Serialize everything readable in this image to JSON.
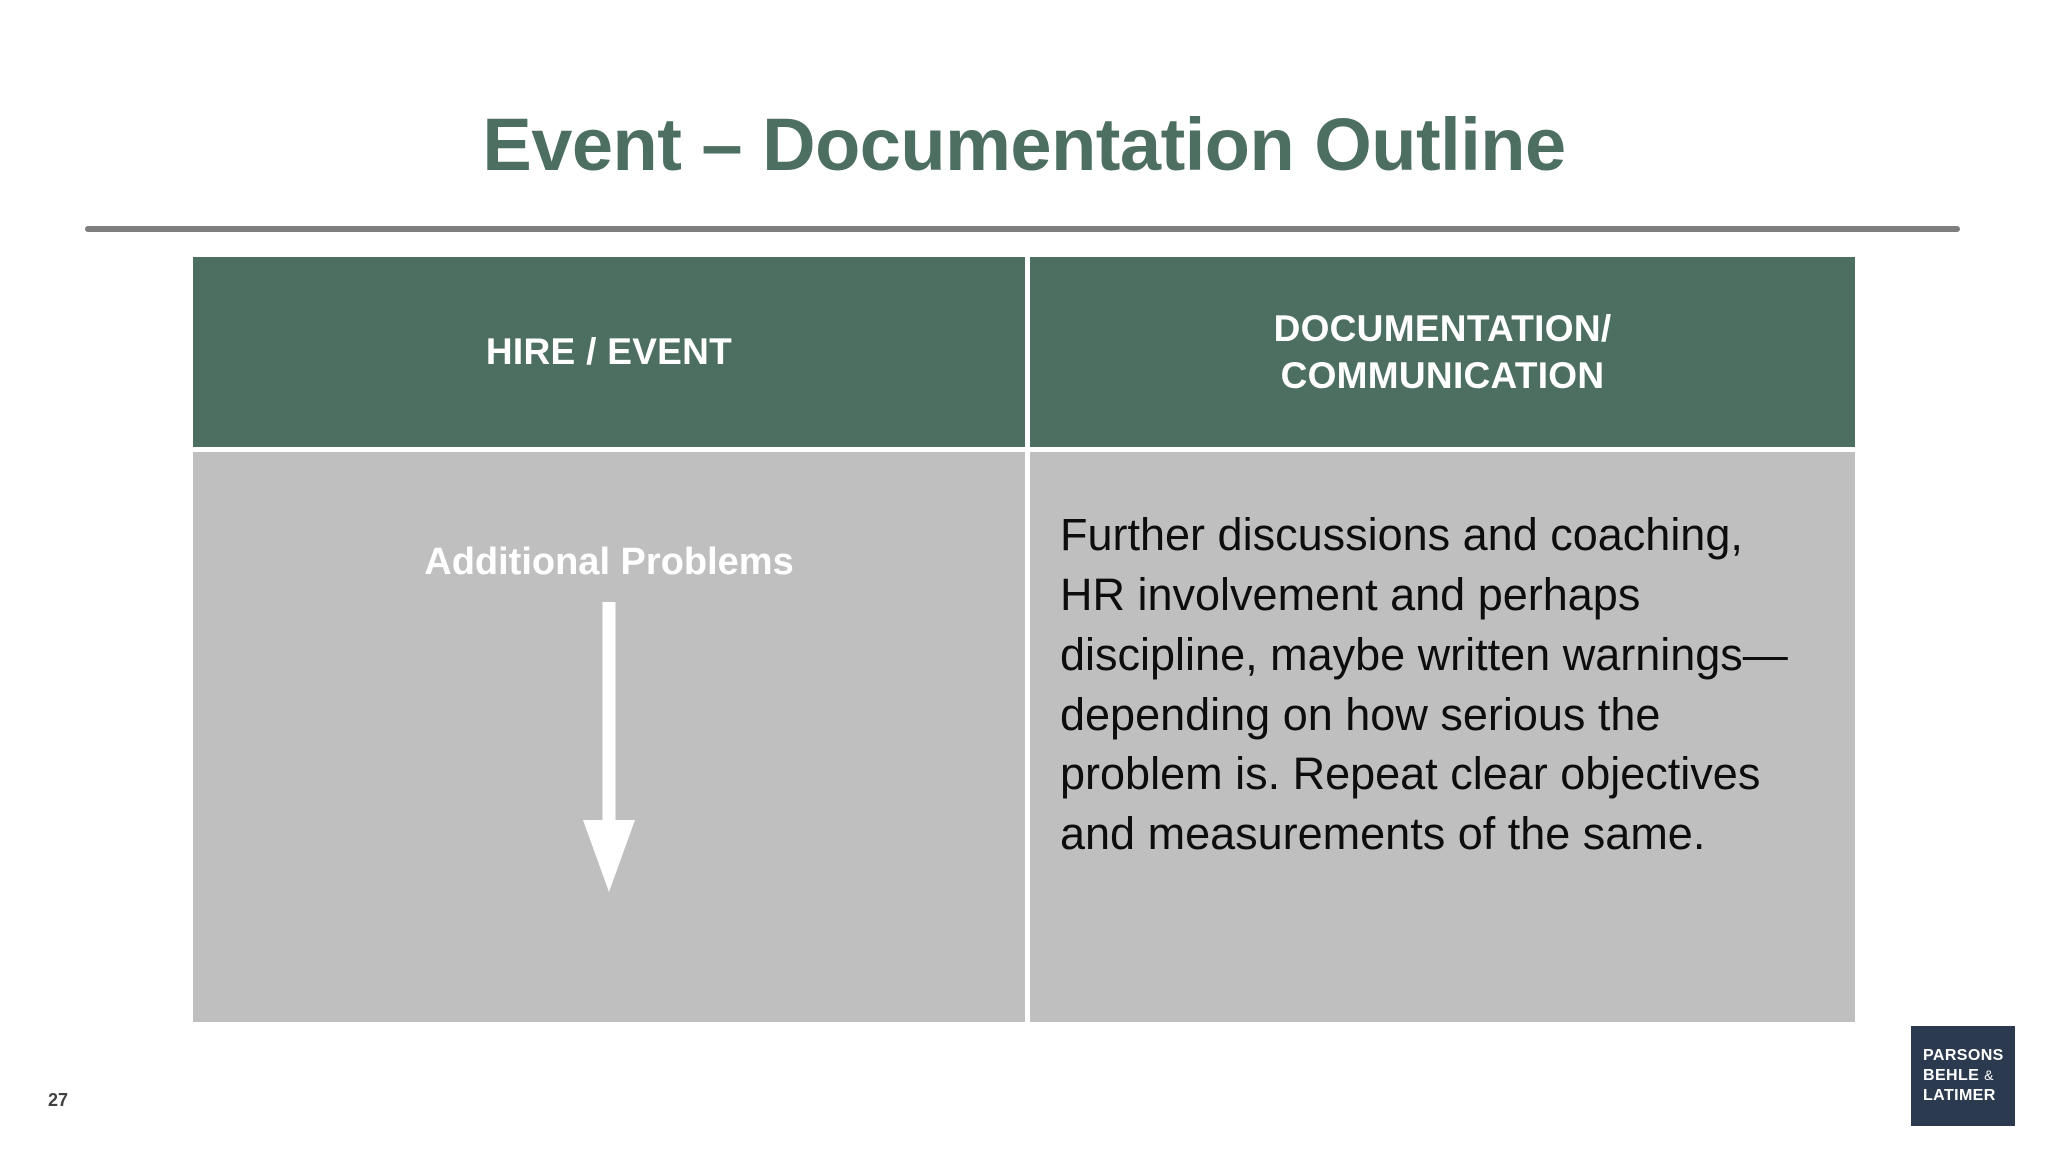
{
  "slide": {
    "title": "Event – Documentation Outline",
    "page_number": "27",
    "accent_color": "#4d6f61",
    "rule_color": "#7f7f7f",
    "body_cell_color": "#bfbfbf",
    "body_text_color": "#0d0d0d"
  },
  "table": {
    "headers": [
      {
        "label": "HIRE / EVENT"
      },
      {
        "label": "DOCUMENTATION/ COMMUNICATION"
      }
    ],
    "rows": [
      {
        "stage_label": "Additional Problems",
        "arrow": "down-arrow",
        "documentation": "Further discussions and coaching, HR involvement and perhaps discipline, maybe written warnings—depending on how serious the problem is. Repeat clear objectives and measurements of the same."
      }
    ]
  },
  "logo": {
    "line1": "PARSONS",
    "line2": "BEHLE",
    "amp": "&",
    "line3": "LATIMER",
    "background": "#2b3a4e"
  }
}
